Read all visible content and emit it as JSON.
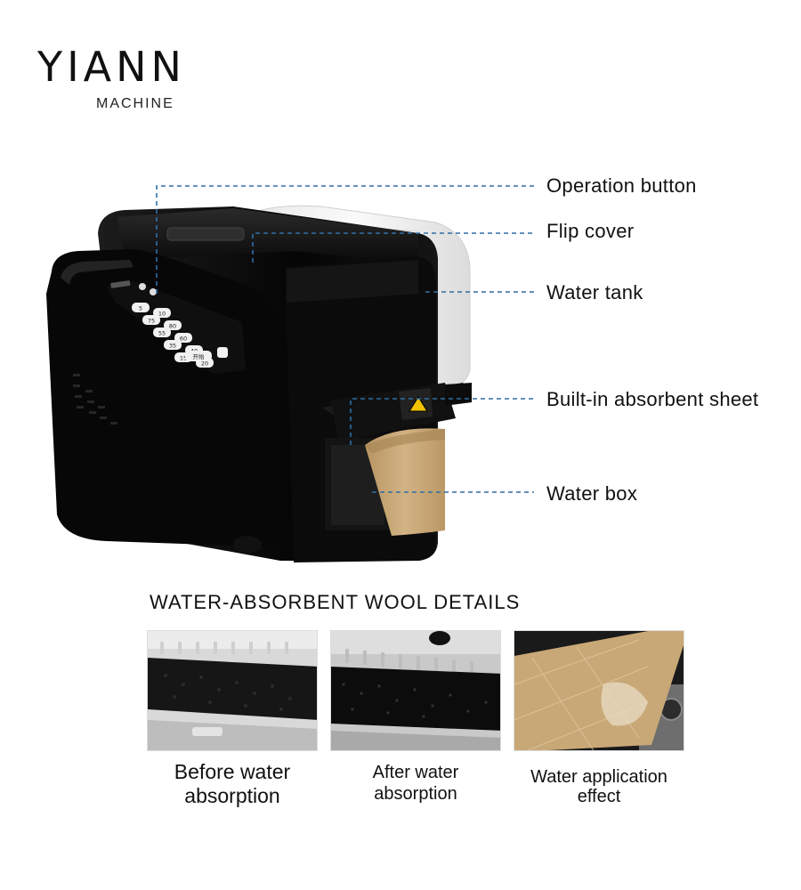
{
  "brand": {
    "name": "YIANN",
    "subtitle": "MACHINE"
  },
  "callouts": {
    "operation_button": "Operation button",
    "flip_cover": "Flip cover",
    "water_tank": "Water tank",
    "absorbent_sheet": "Built-in absorbent sheet",
    "water_box": "Water box"
  },
  "keypad": {
    "keys": [
      "5",
      "10",
      "75",
      "80",
      "55",
      "60",
      "35",
      "40",
      "15",
      "20"
    ],
    "wide_key": "开始"
  },
  "section": {
    "title": "WATER-ABSORBENT WOOL DETAILS"
  },
  "details": [
    {
      "caption": "Before water absorption"
    },
    {
      "caption": "After water absorption"
    },
    {
      "caption": "Water application effect"
    }
  ],
  "colors": {
    "callout_line": "#2d6fa6",
    "machine_body": "#0d0d0d",
    "tape": "#c7a87a",
    "tank": "#f1f1f1"
  }
}
